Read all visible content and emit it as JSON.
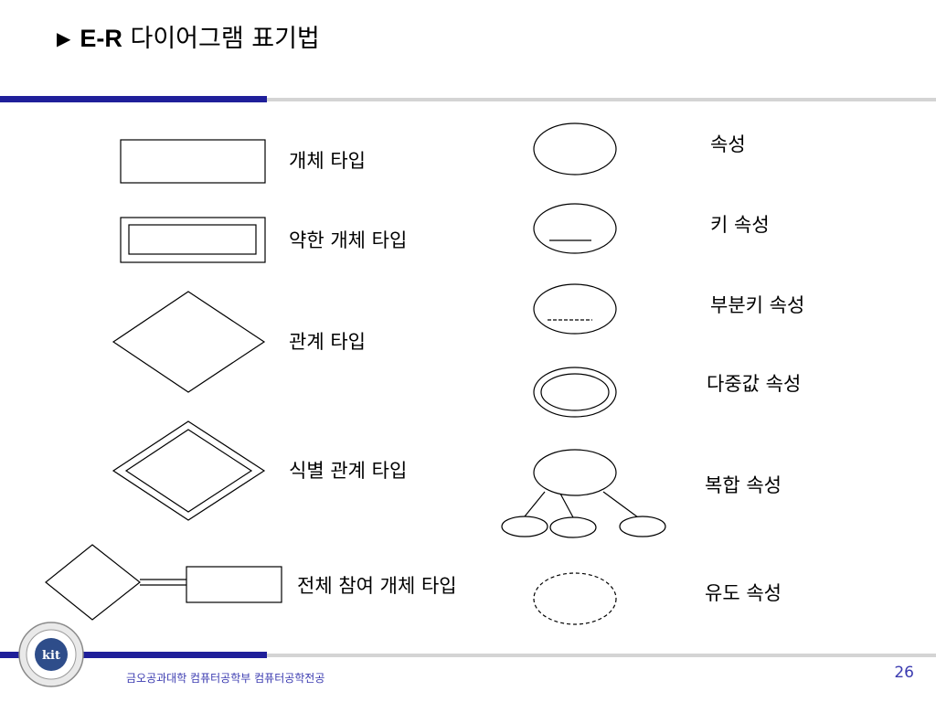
{
  "header": {
    "bullet": "▶",
    "title_bold": "E-R",
    "title_rest": " 다이어그램 표기법"
  },
  "diagram": {
    "left_labels": {
      "entity": "개체 타입",
      "weak_entity": "약한 개체 타입",
      "relationship": "관계 타입",
      "identifying_relationship": "식별 관계 타입",
      "total_participation": "전체 참여 개체 타입"
    },
    "right_labels": {
      "attribute": "속성",
      "key_attribute": "키 속성",
      "partial_key_attribute": "부분키 속성",
      "multivalued_attribute": "다중값 속성",
      "composite_attribute": "복합 속성",
      "derived_attribute": "유도 속성"
    }
  },
  "footer": {
    "text": "금오공과대학 컴퓨터공학부 컴퓨터공학전공",
    "page_number": "26"
  },
  "logo": {
    "text": "kit"
  },
  "colors": {
    "accent_blue": "#1f1f9a",
    "rule_gray": "#d4d4d4",
    "footer_text": "#3b3bb0"
  }
}
